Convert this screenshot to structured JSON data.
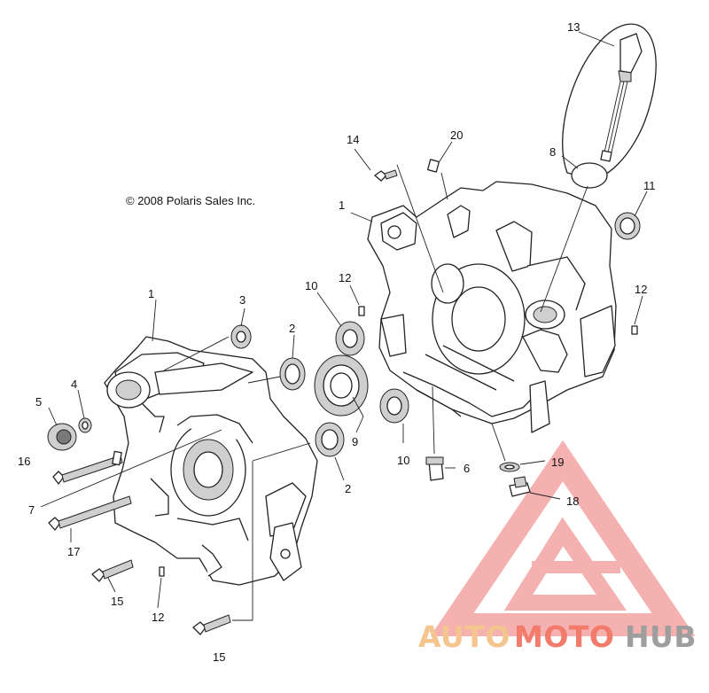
{
  "copyright": "© 2008 Polaris Sales Inc.",
  "callouts": [
    "1",
    "1",
    "2",
    "2",
    "3",
    "4",
    "5",
    "6",
    "7",
    "8",
    "9",
    "10",
    "10",
    "11",
    "12",
    "12",
    "12",
    "13",
    "14",
    "15",
    "15",
    "16",
    "17",
    "18",
    "19",
    "20"
  ],
  "watermark": {
    "part1": "AUTO",
    "part2": "MOTO",
    "part3": "HUB",
    "color_auto": "#f4c58f",
    "color_moto": "#f27b6b",
    "color_hub": "#9e9e9e",
    "triangle_color": "#f4a3a3"
  }
}
